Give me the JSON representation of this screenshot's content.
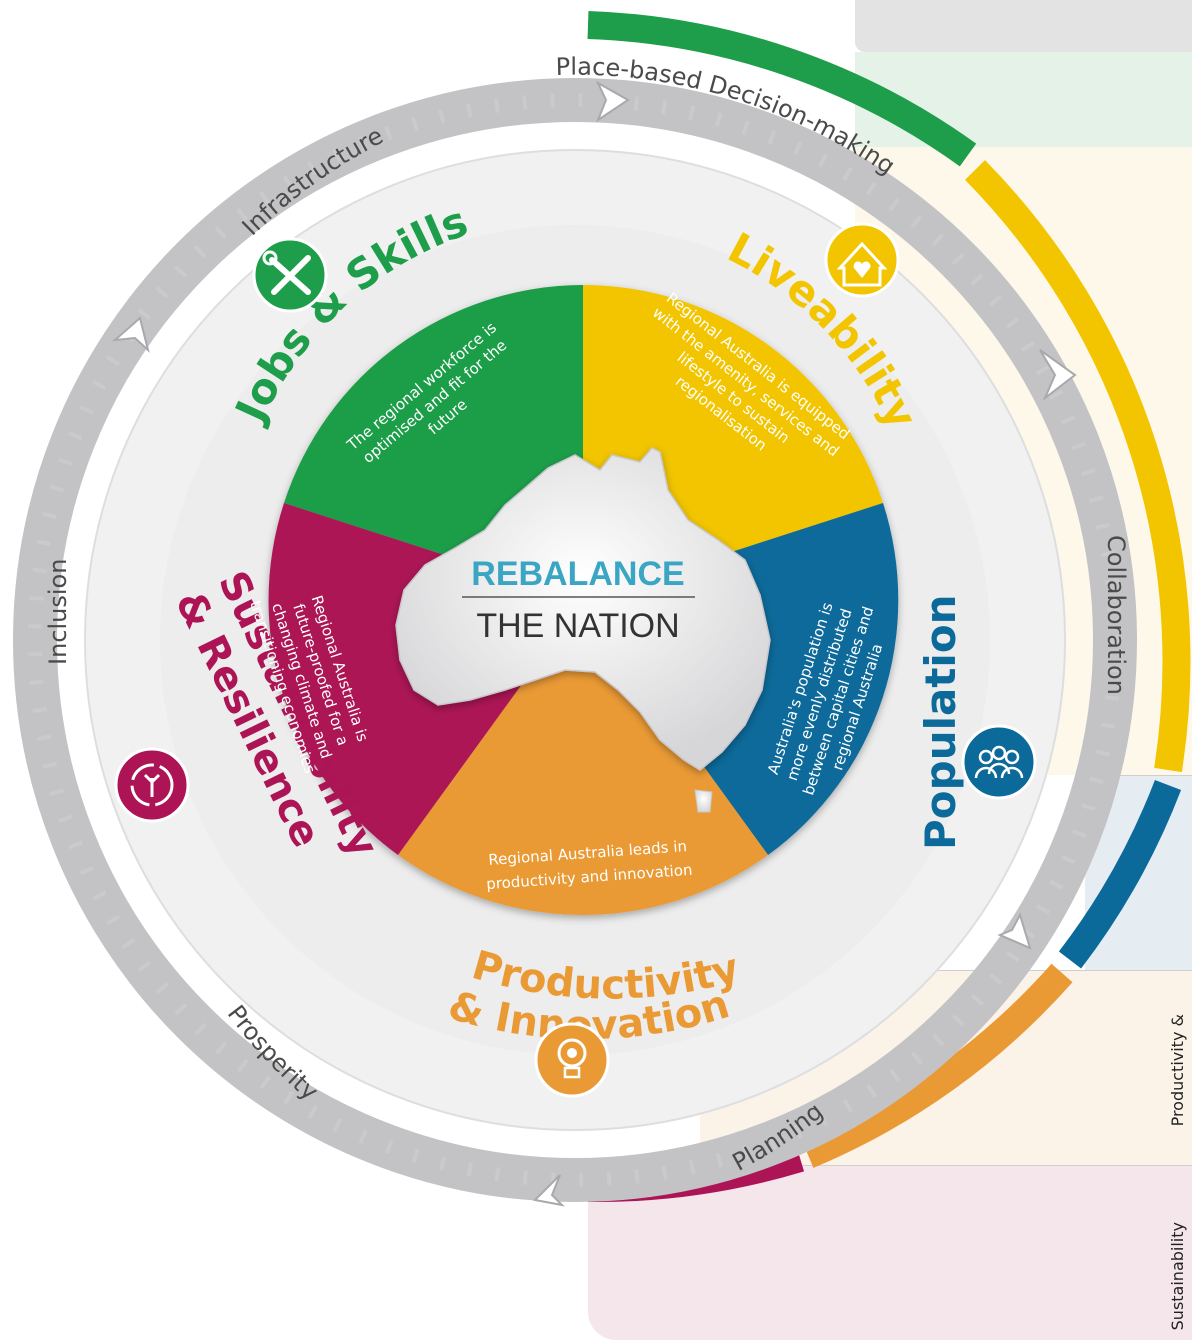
{
  "center": {
    "line1": "REBALANCE",
    "line2": "THE NATION"
  },
  "outer_ring": {
    "place_based": "Place-based Decision-making",
    "collaboration": "Collaboration",
    "planning": "Planning",
    "prosperity": "Prosperity",
    "inclusion": "Inclusion",
    "infrastructure": "Infrastructure"
  },
  "pillars": {
    "jobs": {
      "title": "Jobs & Skills",
      "text": [
        "The regional workforce is",
        "optimised and fit for the",
        "future"
      ]
    },
    "liveability": {
      "title": "Liveability",
      "text": [
        "Regional Australia is equipped",
        "with the amenity, services and",
        "lifestyle to sustain",
        "regionalisation"
      ]
    },
    "population": {
      "title": "Population",
      "text": [
        "Australia's population is",
        "more evenly distributed",
        "between capital cities and",
        "regional Australia"
      ]
    },
    "productivity": {
      "title1": "Productivity",
      "title2": "& Innovation",
      "text": [
        "Regional Australia leads in",
        "productivity and  innovation"
      ]
    },
    "sustainability": {
      "title1": "Sustainability",
      "title2": "& Resilience",
      "text": [
        "Regional Australia is",
        "future-proofed for a",
        "changing climate and",
        "transitioning economies"
      ]
    }
  },
  "side_labels": {
    "productivity": "Productivity &",
    "sustainability": "Sustainability"
  },
  "colors": {
    "green": "#1e9e4a",
    "yellow": "#f2c500",
    "blue": "#0b6a9a",
    "orange": "#ea9a35",
    "magenta": "#ac1455",
    "ring": "#c9c9cb"
  },
  "icons": [
    "tools-icon",
    "heart-house-icon",
    "people-icon",
    "lightbulb-gear-icon",
    "recycle-tree-icon"
  ]
}
